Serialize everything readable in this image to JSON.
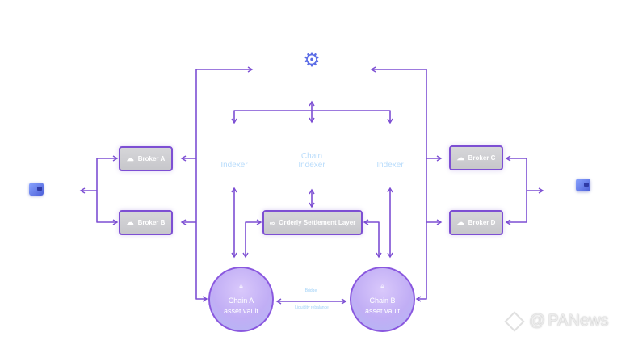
{
  "diagram": {
    "brokers": {
      "a": "Broker A",
      "b": "Broker B",
      "c": "Broker C",
      "d": "Broker D"
    },
    "indexers": {
      "left": "Indexer",
      "center_line1": "Chain",
      "center_line2": "Indexer",
      "right": "Indexer"
    },
    "settlement_layer": "Orderly Settlement Layer",
    "vaults": {
      "a_line1": "Chain A",
      "a_line2": "asset vault",
      "b_line1": "Chain B",
      "b_line2": "asset vault"
    },
    "cross_chain": {
      "top": "Bridge",
      "bottom": "Liquidity rebalance"
    },
    "icons": [
      "wallet-icon",
      "gear-icon",
      "broker-icon",
      "link-icon",
      "lock-icon"
    ]
  },
  "watermark": "PANews",
  "colors": {
    "line": "#7d4fd3",
    "node_fill": "#cfcfd3",
    "vault_fill": "#c6b4f7",
    "indexer_text": "#b9dcfb"
  }
}
